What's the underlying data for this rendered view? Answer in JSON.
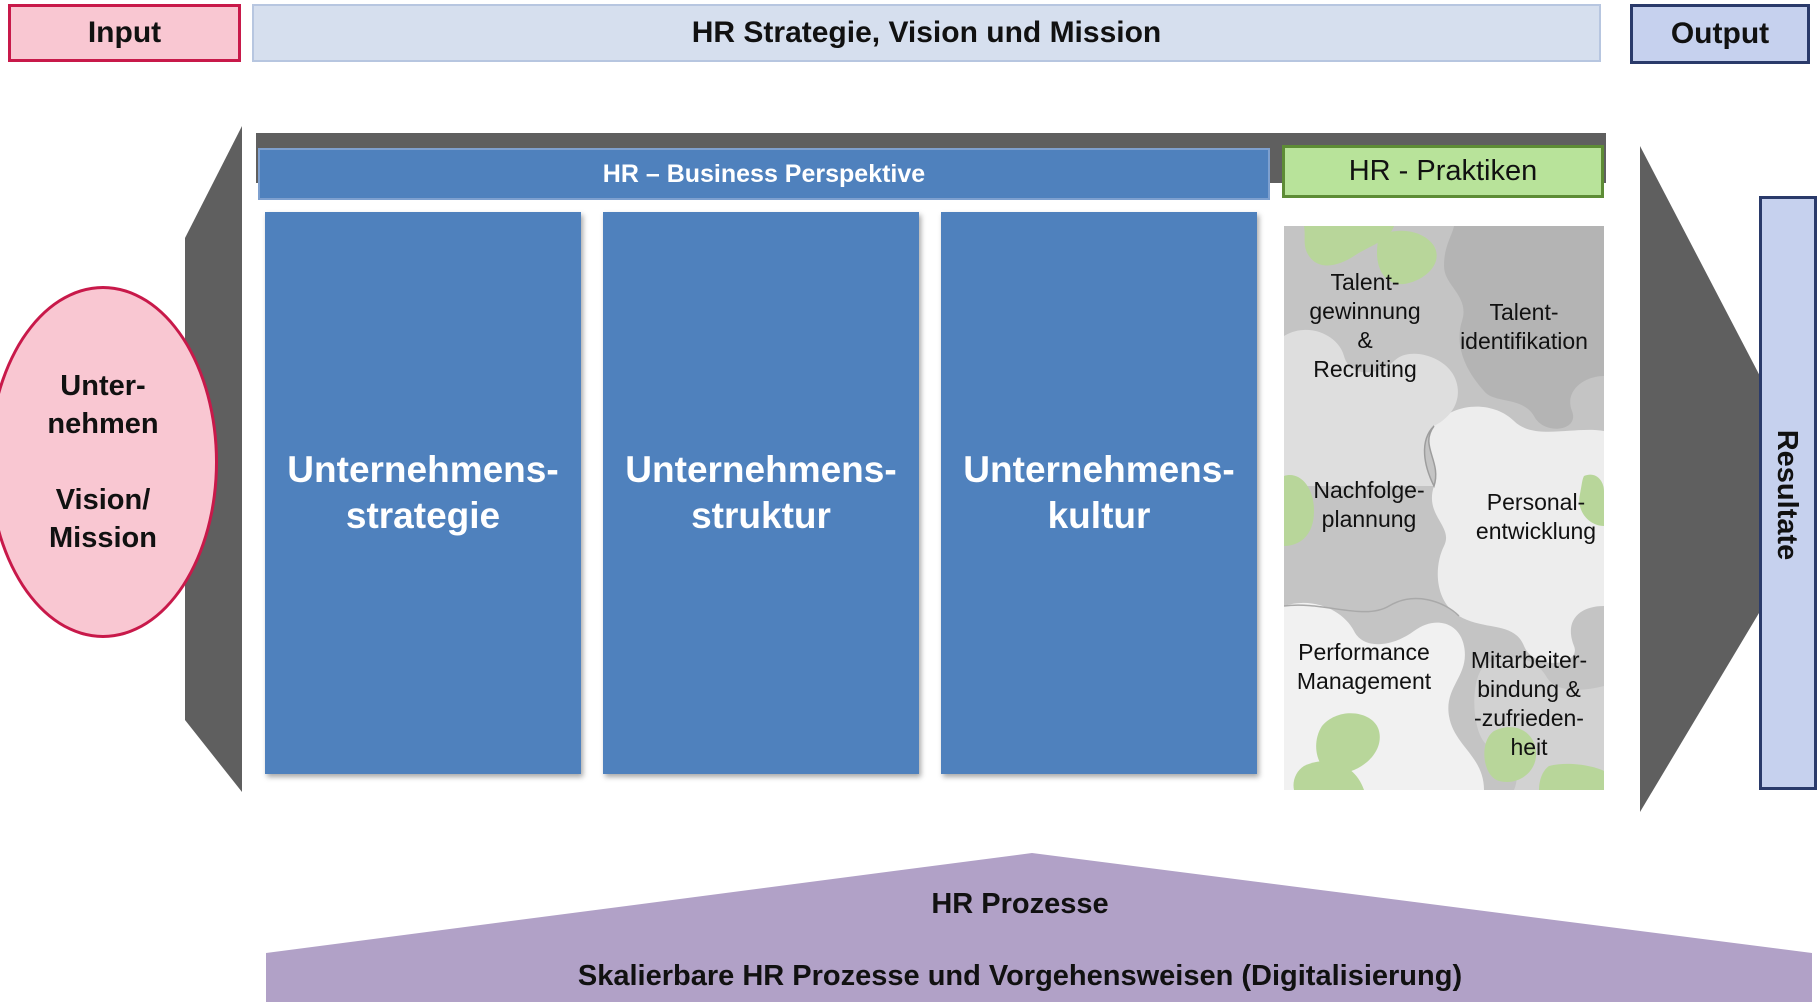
{
  "header": {
    "input_label": "Input",
    "strategy_label": "HR Strategie, Vision und Mission",
    "output_label": "Output"
  },
  "input_ellipse": {
    "line1": "Unter-",
    "line2": "nehmen",
    "line3": "Vision/",
    "line4": "Mission"
  },
  "business_perspective": {
    "header": "HR – Business Perspektive",
    "units": [
      {
        "line1": "Unternehmens-",
        "line2": "strategie"
      },
      {
        "line1": "Unternehmens-",
        "line2": "struktur"
      },
      {
        "line1": "Unternehmens-",
        "line2": "kultur"
      }
    ]
  },
  "hr_practices": {
    "header": "HR - Praktiken",
    "items": [
      {
        "lines": [
          "Talent-",
          "gewinnung &",
          "Recruiting"
        ]
      },
      {
        "lines": [
          "Talent-",
          "identifikation"
        ]
      },
      {
        "lines": [
          "Nachfolge-",
          "plannung"
        ]
      },
      {
        "lines": [
          "Personal-",
          "entwicklung"
        ]
      },
      {
        "lines": [
          "Performance",
          "Management"
        ]
      },
      {
        "lines": [
          "Mitarbeiter-",
          "bindung &",
          "-zufrieden-",
          "heit"
        ]
      }
    ]
  },
  "output": {
    "resultate_label": "Resultate"
  },
  "hr_processes": {
    "title": "HR Prozesse",
    "subtitle": "Skalierbare HR Prozesse und Vorgehensweisen (Digitalisierung)"
  },
  "colors": {
    "input_fill": "#f9c7d2",
    "input_border": "#c8194a",
    "strategy_fill": "#d6dfee",
    "output_fill": "#c6d1ee",
    "output_border": "#2a3a6a",
    "business_blue": "#4f81bd",
    "practices_green": "#b8e39a",
    "puzzle_grey": "#c4c4c4",
    "arrow_dark": "#5f5f5f",
    "process_purple": "#b1a1c7"
  }
}
